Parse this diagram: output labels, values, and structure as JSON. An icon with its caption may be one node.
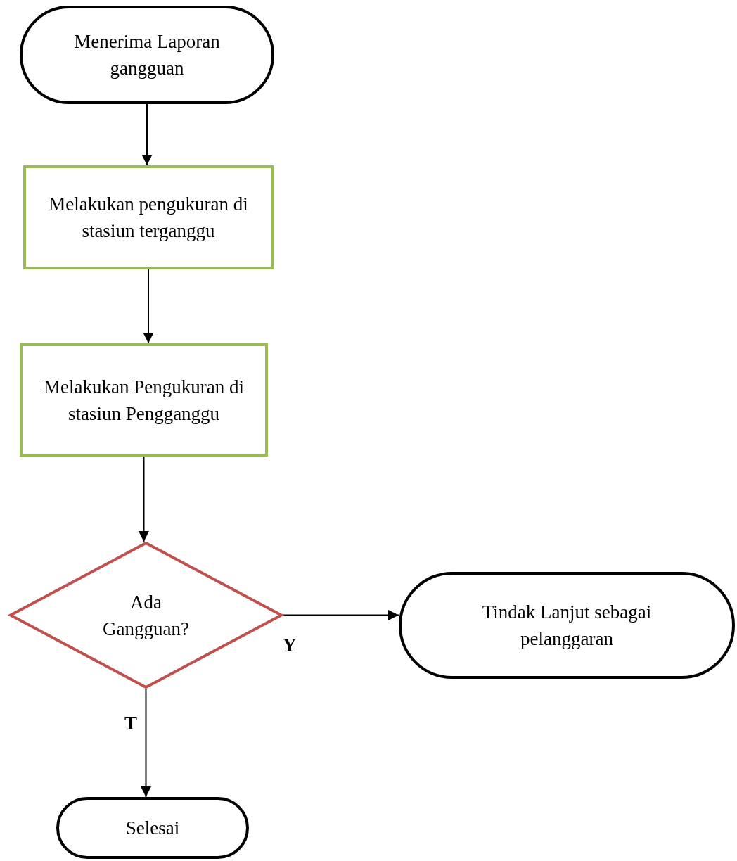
{
  "diagram": {
    "nodes": [
      {
        "text": [
          "Menerima Laporan gangguan"
        ]
      },
      {
        "text": [
          "Melakukan pengukuran di stasiun terganggu"
        ]
      },
      {
        "text": [
          "Melakukan Pengukuran di stasiun Pengganggu"
        ]
      },
      {
        "text": [
          "Ada Gangguan?"
        ]
      },
      {
        "text": [
          "Tindak Lanjut sebagai pelanggaran"
        ]
      },
      {
        "text": [
          "Selesai"
        ]
      }
    ],
    "edges": [
      {
        "from": 0,
        "to": 1,
        "arrow": "to"
      },
      {
        "from": 1,
        "to": 2,
        "arrow": "to"
      },
      {
        "from": 2,
        "to": 3,
        "arrow": "to"
      },
      {
        "from": 3,
        "to": 4,
        "arrow": "to",
        "label": "Y"
      },
      {
        "from": 3,
        "to": 5,
        "arrow": "to",
        "label": "T"
      }
    ]
  }
}
